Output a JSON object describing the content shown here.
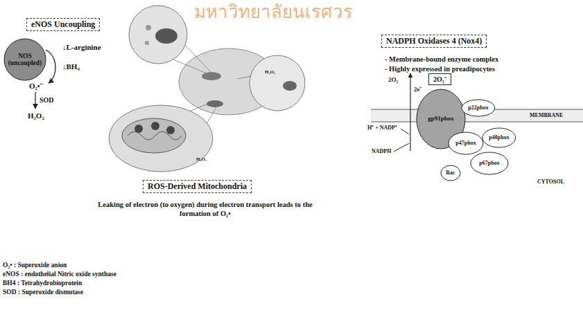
{
  "diagram": {
    "nodes": [
      {
        "text": [
          "eNOS Uncoupling"
        ]
      },
      {
        "text": [
          "NOS (uncoupled)"
        ]
      },
      {
        "text": [
          "ROS-Derived Mitochondria"
        ]
      },
      {
        "text": [
          "NADPH Oxidases 4 (Nox4)"
        ]
      },
      {
        "text": [
          "gp91phox"
        ]
      },
      {
        "text": [
          "p22phox"
        ]
      },
      {
        "text": [
          "p47phox"
        ]
      },
      {
        "text": [
          "p40phox"
        ]
      },
      {
        "text": [
          "p67phox"
        ]
      },
      {
        "text": [
          "Rac"
        ]
      },
      {
        "text": [
          "2O₂⁻"
        ]
      }
    ],
    "labels": [
      "↓L-arginine",
      "↓BH₄",
      "O₂•⁻",
      "SOD",
      "H₂O₂",
      "Leaking of electron (to oxygen) during electron transport leads to the formation of O₂•",
      "- Membrane-bound enzyme complex",
      "- Highly expressed in preadipocytes",
      "2O₂",
      "2e⁻",
      "H⁺ + NADP⁺",
      "NADPH",
      "MEMBRANE",
      "CYTOSOL",
      "O₂• : Superoxide anion",
      "eNOS : endothelial Nitric oxide synthase",
      "BH4 : Tetrahydrobioprotein",
      "SOD : Superoxide dismutase",
      "H₂O₂",
      "H₂O₂",
      "มหาวิทยาลัยนเรศวร"
    ]
  }
}
